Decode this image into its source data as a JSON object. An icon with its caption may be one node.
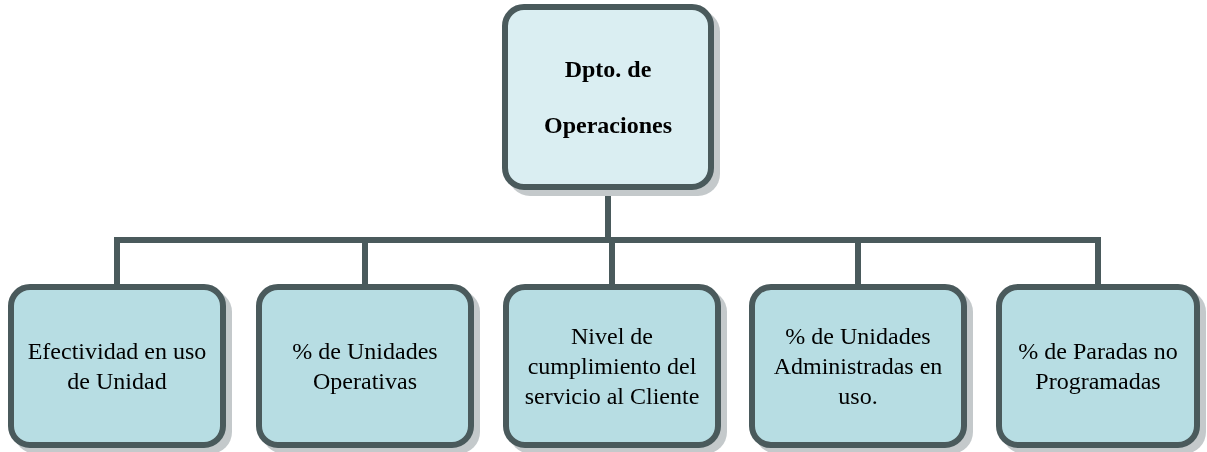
{
  "diagram": {
    "nodes": [
      {
        "text": [
          "Dpto. de Operaciones"
        ]
      },
      {
        "text": [
          "Efectividad en uso de Unidad"
        ]
      },
      {
        "text": [
          "% de Unidades Operativas"
        ]
      },
      {
        "text": [
          "Nivel de cumplimiento del servicio al Cliente"
        ]
      },
      {
        "text": [
          "% de Unidades Administradas en uso."
        ]
      },
      {
        "text": [
          "% de Paradas no Programadas"
        ]
      }
    ],
    "edges": [
      {
        "from": 0,
        "to": 1,
        "arrow": "none"
      },
      {
        "from": 0,
        "to": 2,
        "arrow": "none"
      },
      {
        "from": 0,
        "to": 3,
        "arrow": "none"
      },
      {
        "from": 0,
        "to": 4,
        "arrow": "none"
      },
      {
        "from": 0,
        "to": 5,
        "arrow": "none"
      }
    ]
  }
}
